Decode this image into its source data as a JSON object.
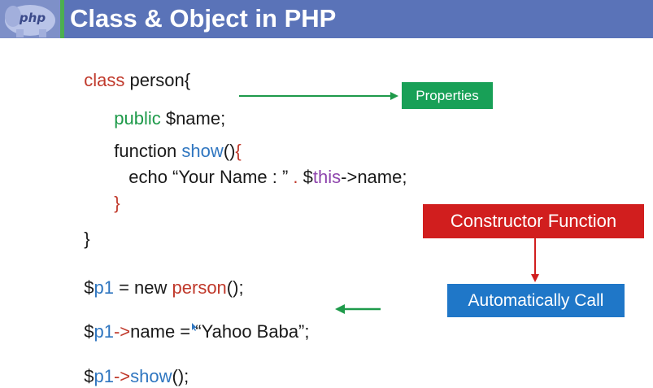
{
  "header": {
    "title": "Class & Object in PHP",
    "logo_text": "php",
    "logo_icon": "php-elephant-icon"
  },
  "code": {
    "line1": {
      "kw": "class",
      "rest": " person{"
    },
    "line2": {
      "kw": "public",
      "rest": " $name;"
    },
    "line3": {
      "kw": "function ",
      "fn": "show",
      "paren": "()",
      "brace": "{"
    },
    "line4": {
      "pre": "echo “Your Name : ” ",
      "dot": ".",
      "dollar": " $",
      "this": "this",
      "post": "->name;"
    },
    "line5": {
      "brace": "}"
    },
    "line6": {
      "brace": "}"
    },
    "line7": {
      "dollar": "$",
      "var": "p1",
      "eq": " = new ",
      "cls": "person",
      "end": "();"
    },
    "line8": {
      "dollar": "$",
      "var": "p1",
      "arrow": "->",
      "name": "name = “Yahoo Baba”;"
    },
    "line9": {
      "dollar": "$",
      "var": "p1",
      "arrow": "->",
      "fn": "show",
      "end": "();"
    }
  },
  "labels": {
    "properties": "Properties",
    "constructor": "Constructor Function",
    "automatically_call": "Automatically Call"
  },
  "colors": {
    "header_bg": "#5a73b8",
    "keyword_red": "#c0392b",
    "keyword_green": "#1e9a4a",
    "keyword_blue": "#2f76c0",
    "keyword_purple": "#8e44ad",
    "badge_green": "#18a057",
    "badge_red": "#d11e1e",
    "badge_blue": "#1f77c8"
  }
}
